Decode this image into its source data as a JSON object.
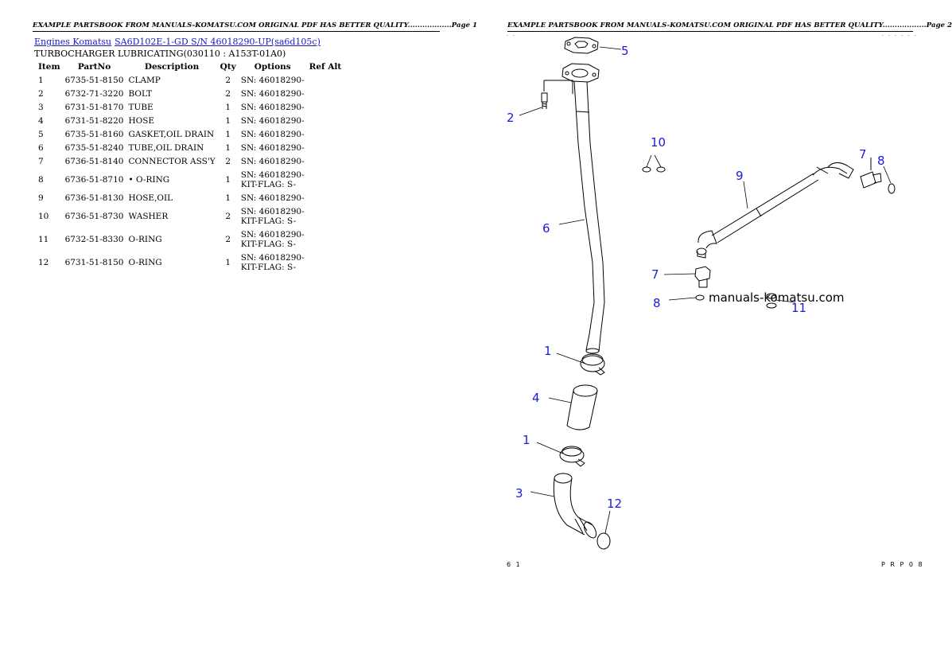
{
  "page1": {
    "header": "EXAMPLE PARTSBOOK FROM MANUALS-KOMATSU.COM ORIGINAL PDF HAS BETTER QUALITY..................Page 1",
    "breadcrumb": {
      "link1": "Engines Komatsu",
      "link2": "SA6D102E-1-GD S/N 46018290-UP(sa6d105c)"
    },
    "section_title": "TURBOCHARGER LUBRICATING(030110 : A153T-01A0)",
    "table": {
      "headers": [
        "Item",
        "PartNo",
        "Description",
        "Qty",
        "Options",
        "Ref Alt"
      ],
      "rows": [
        {
          "item": "1",
          "partno": "6735-51-8150",
          "desc": "CLAMP",
          "qty": "2",
          "opt1": "SN: 46018290-",
          "opt2": ""
        },
        {
          "item": "2",
          "partno": "6732-71-3220",
          "desc": "BOLT",
          "qty": "2",
          "opt1": "SN: 46018290-",
          "opt2": ""
        },
        {
          "item": "3",
          "partno": "6731-51-8170",
          "desc": "TUBE",
          "qty": "1",
          "opt1": "SN: 46018290-",
          "opt2": ""
        },
        {
          "item": "4",
          "partno": "6731-51-8220",
          "desc": "HOSE",
          "qty": "1",
          "opt1": "SN: 46018290-",
          "opt2": ""
        },
        {
          "item": "5",
          "partno": "6735-51-8160",
          "desc": "GASKET,OIL DRAIN",
          "qty": "1",
          "opt1": "SN: 46018290-",
          "opt2": ""
        },
        {
          "item": "6",
          "partno": "6735-51-8240",
          "desc": "TUBE,OIL DRAIN",
          "qty": "1",
          "opt1": "SN: 46018290-",
          "opt2": ""
        },
        {
          "item": "7",
          "partno": "6736-51-8140",
          "desc": "CONNECTOR ASS'Y",
          "qty": "2",
          "opt1": "SN: 46018290-",
          "opt2": ""
        },
        {
          "item": "8",
          "partno": "6736-51-8710",
          "desc": "• O-RING",
          "qty": "1",
          "opt1": "SN: 46018290-",
          "opt2": "KIT-FLAG: S-"
        },
        {
          "item": "9",
          "partno": "6736-51-8130",
          "desc": "HOSE,OIL",
          "qty": "1",
          "opt1": "SN: 46018290-",
          "opt2": ""
        },
        {
          "item": "10",
          "partno": "6736-51-8730",
          "desc": "WASHER",
          "qty": "2",
          "opt1": "SN: 46018290-",
          "opt2": "KIT-FLAG: S-"
        },
        {
          "item": "11",
          "partno": "6732-51-8330",
          "desc": "O-RING",
          "qty": "2",
          "opt1": "SN: 46018290-",
          "opt2": "KIT-FLAG: S-"
        },
        {
          "item": "12",
          "partno": "6731-51-8150",
          "desc": "O-RING",
          "qty": "1",
          "opt1": "SN: 46018290-",
          "opt2": "KIT-FLAG: S-"
        }
      ]
    }
  },
  "page2": {
    "header": "EXAMPLE PARTSBOOK FROM MANUALS-KOMATSU.COM ORIGINAL PDF HAS BETTER QUALITY..................Page 2",
    "watermark": "manuals-komatsu.com",
    "callouts": {
      "c1a": "1",
      "c1b": "1",
      "c2": "2",
      "c3": "3",
      "c4": "4",
      "c5": "5",
      "c6": "6",
      "c7a": "7",
      "c7b": "7",
      "c8a": "8",
      "c8b": "8",
      "c9": "9",
      "c10": "10",
      "c11": "11",
      "c12": "12"
    },
    "footer_left": "6 1",
    "footer_right": "P R P 0 8",
    "top_left_mark": "-  -",
    "top_right_mark": "- - - - - -"
  },
  "colors": {
    "link": "#1a1ac8",
    "callout": "#1a1ae0"
  }
}
